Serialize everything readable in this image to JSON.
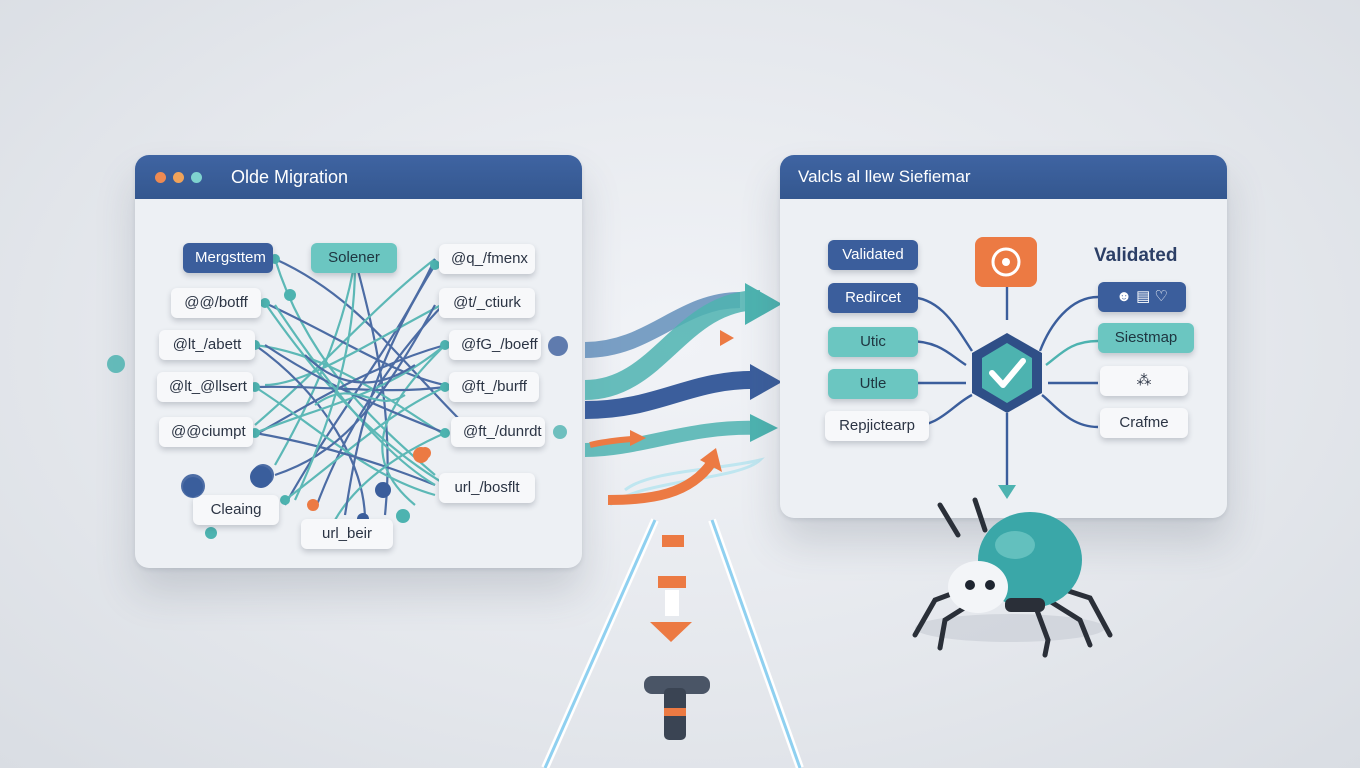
{
  "left_window": {
    "title": "Olde Migration",
    "nodes": {
      "mergestem": "Mergsttem",
      "solener": "Solener",
      "menx": "@q_/fmenx",
      "botff": "@@/botff",
      "ctiurk": "@t/_ctiurk",
      "abett": "@lt_/abett",
      "boeff": "@fG_/boeff",
      "ellsert": "@lt_@llsert",
      "burff": "@ft_/burff",
      "ciumpt": "@@ciumpt",
      "dunrdt": "@ft_/dunrdt",
      "bosflt": "url_/bosflt",
      "cleaning": "Cleaing",
      "url_beir": "url_beir"
    }
  },
  "right_window": {
    "title": "Valcls al llew Siefiemar",
    "heading": "Validated",
    "nodes": {
      "validated": "Validated",
      "redirect": "Redircet",
      "utic": "Utic",
      "utle": "Utle",
      "repjtc": "Repjictearp",
      "sestmap": "Siestmap",
      "crafme": "Crafme"
    }
  },
  "colors": {
    "navy": "#3b5e9c",
    "teal": "#4db3b0",
    "orange": "#ec7a43",
    "bug_teal": "#3aa7a8"
  }
}
